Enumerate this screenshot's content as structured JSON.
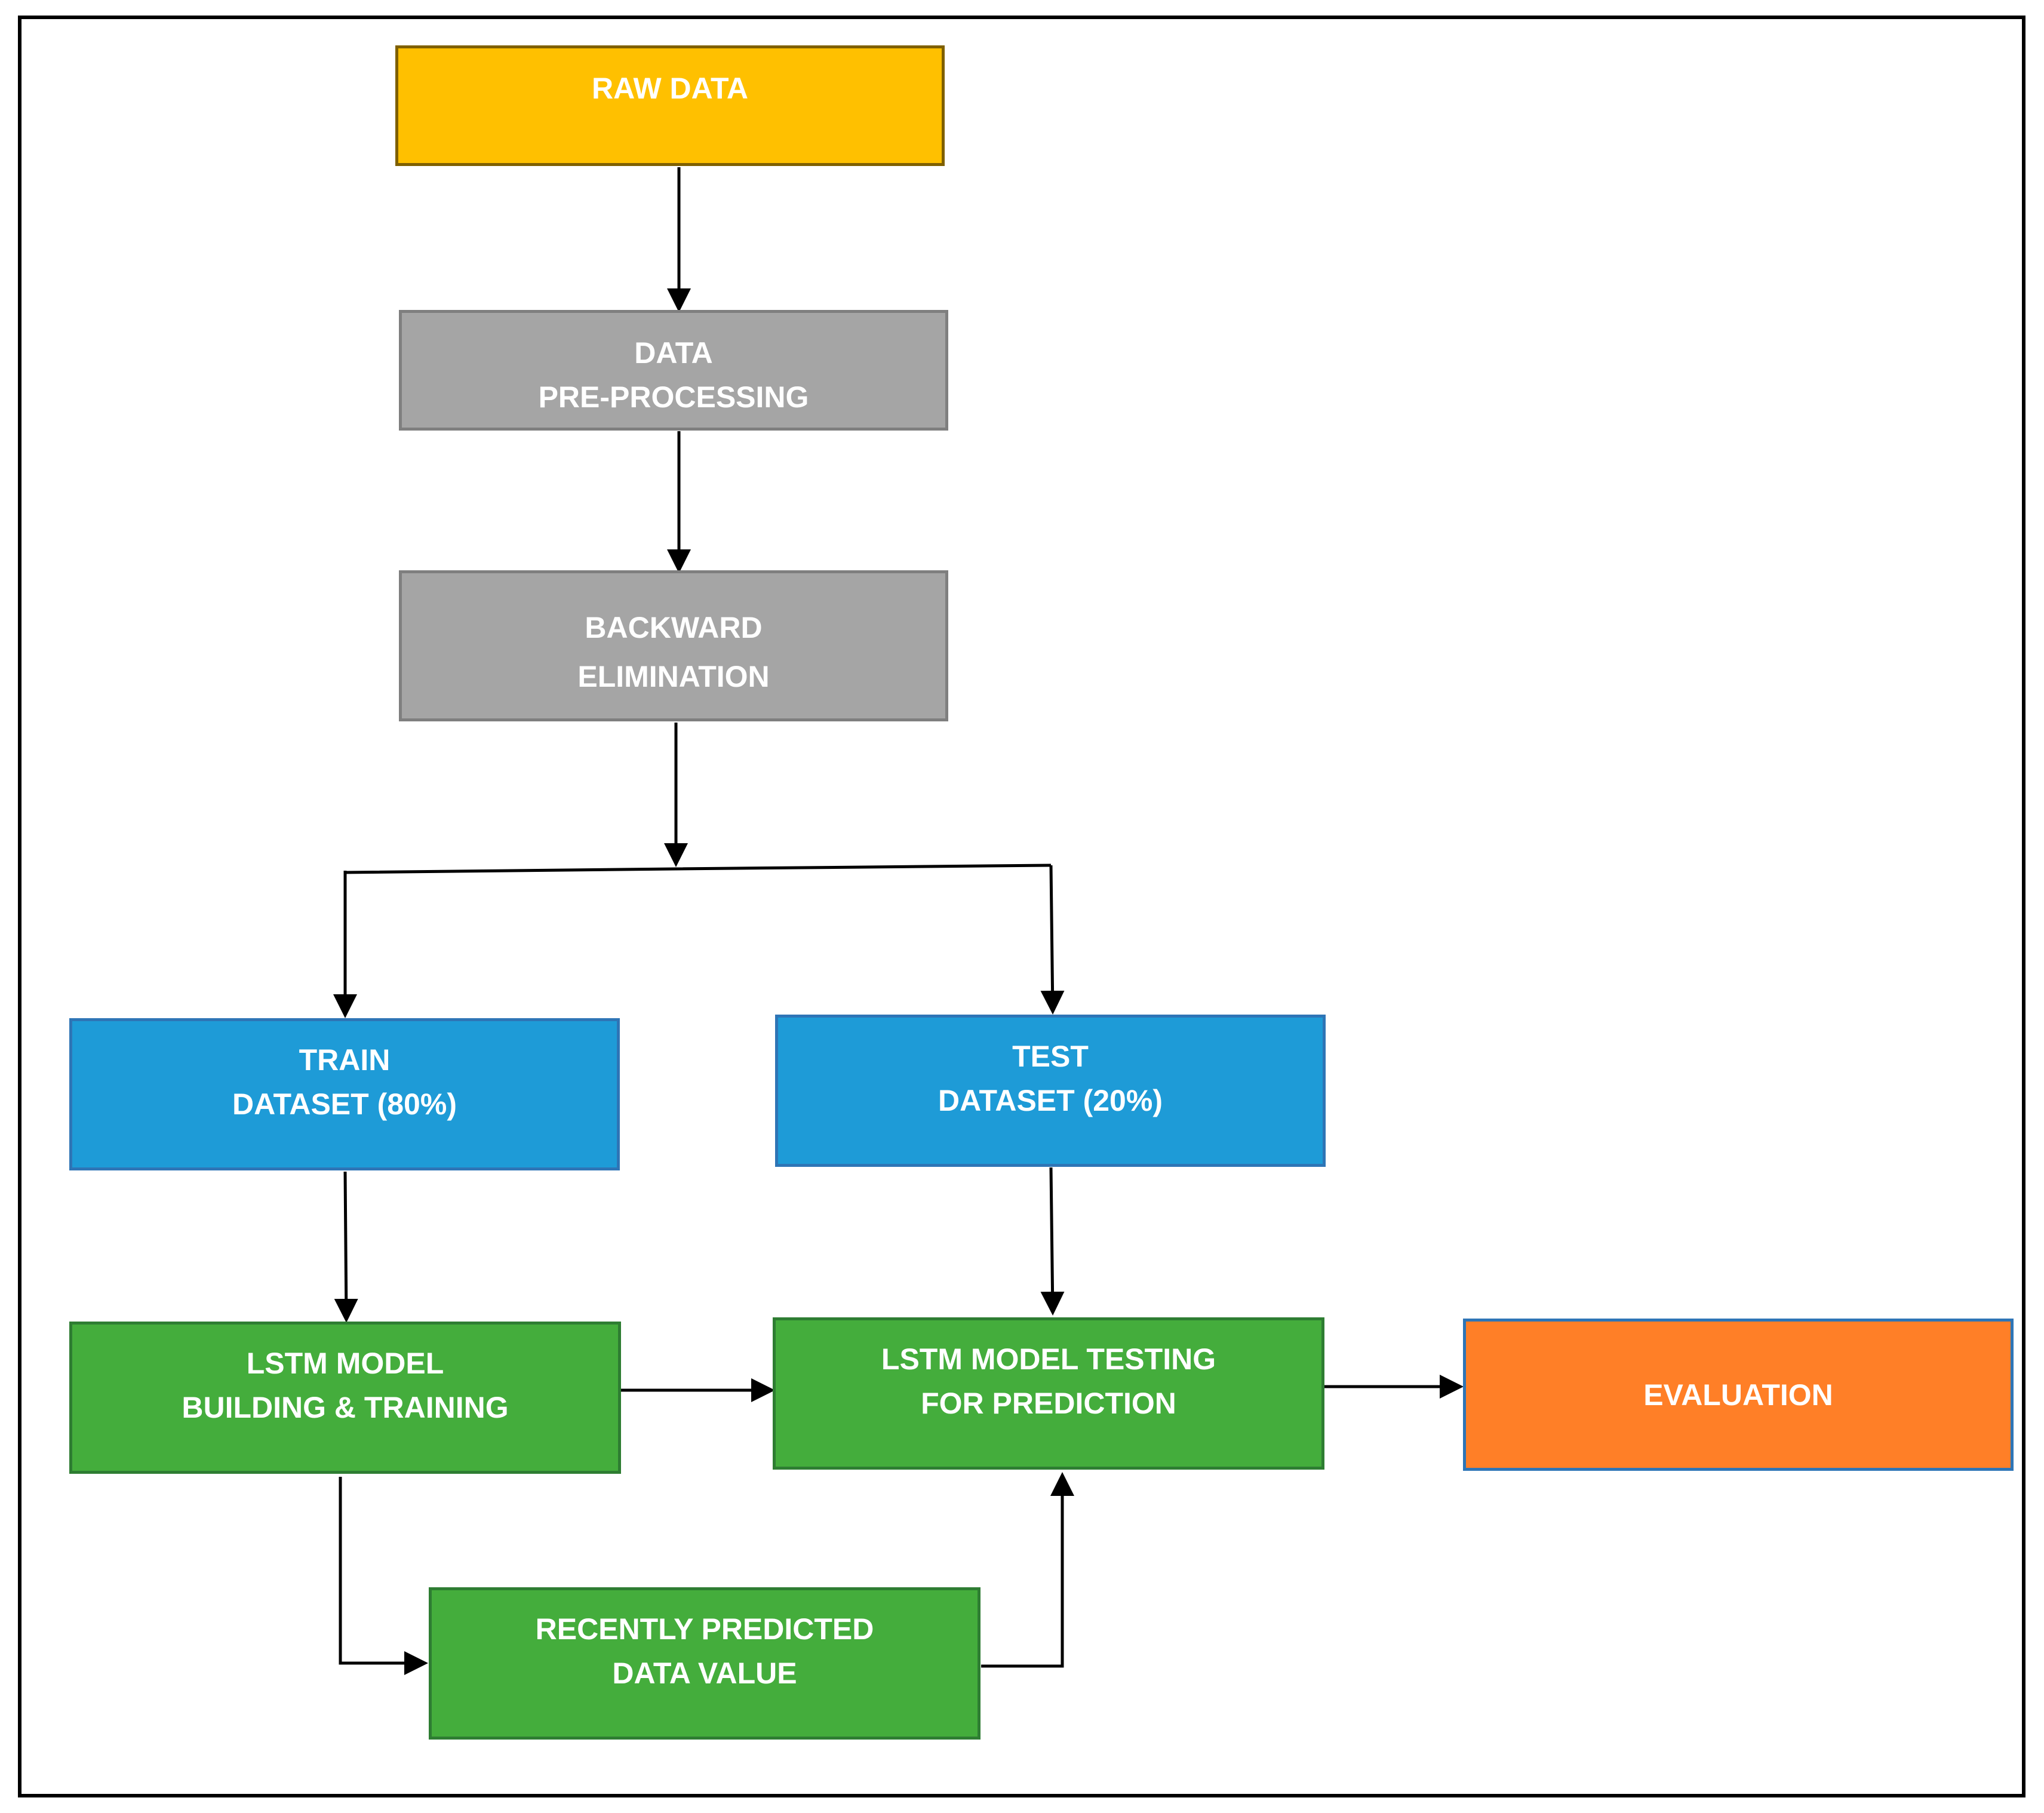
{
  "nodes": {
    "raw_data": {
      "line1": "RAW DATA"
    },
    "preprocessing": {
      "line1": "DATA",
      "line2": "PRE-PROCESSING"
    },
    "backward_elimination": {
      "line1": "BACKWARD",
      "line2": "ELIMINATION"
    },
    "train_dataset": {
      "line1": "TRAIN",
      "line2": "DATASET (80%)"
    },
    "test_dataset": {
      "line1": "TEST",
      "line2": "DATASET (20%)"
    },
    "lstm_building": {
      "line1": "LSTM MODEL",
      "line2": "BUILDING & TRAINING"
    },
    "lstm_testing": {
      "line1": "LSTM MODEL TESTING",
      "line2": "FOR PREDICTION"
    },
    "evaluation": {
      "line1": "EVALUATION"
    },
    "recently_predicted": {
      "line1": "RECENTLY PREDICTED",
      "line2": "DATA VALUE"
    }
  },
  "colors": {
    "raw_data": "#ffc000",
    "processing": "#a5a5a5",
    "dataset": "#1e9bd7",
    "model": "#44ad3c",
    "evaluation": "#ff7f27",
    "connector": "#000000"
  },
  "edges": [
    {
      "from": "raw_data",
      "to": "preprocessing"
    },
    {
      "from": "preprocessing",
      "to": "backward_elimination"
    },
    {
      "from": "backward_elimination",
      "to": "train_dataset"
    },
    {
      "from": "backward_elimination",
      "to": "test_dataset"
    },
    {
      "from": "train_dataset",
      "to": "lstm_building"
    },
    {
      "from": "test_dataset",
      "to": "lstm_testing"
    },
    {
      "from": "lstm_building",
      "to": "lstm_testing"
    },
    {
      "from": "lstm_testing",
      "to": "evaluation"
    },
    {
      "from": "lstm_building",
      "to": "recently_predicted"
    },
    {
      "from": "recently_predicted",
      "to": "lstm_testing"
    }
  ]
}
